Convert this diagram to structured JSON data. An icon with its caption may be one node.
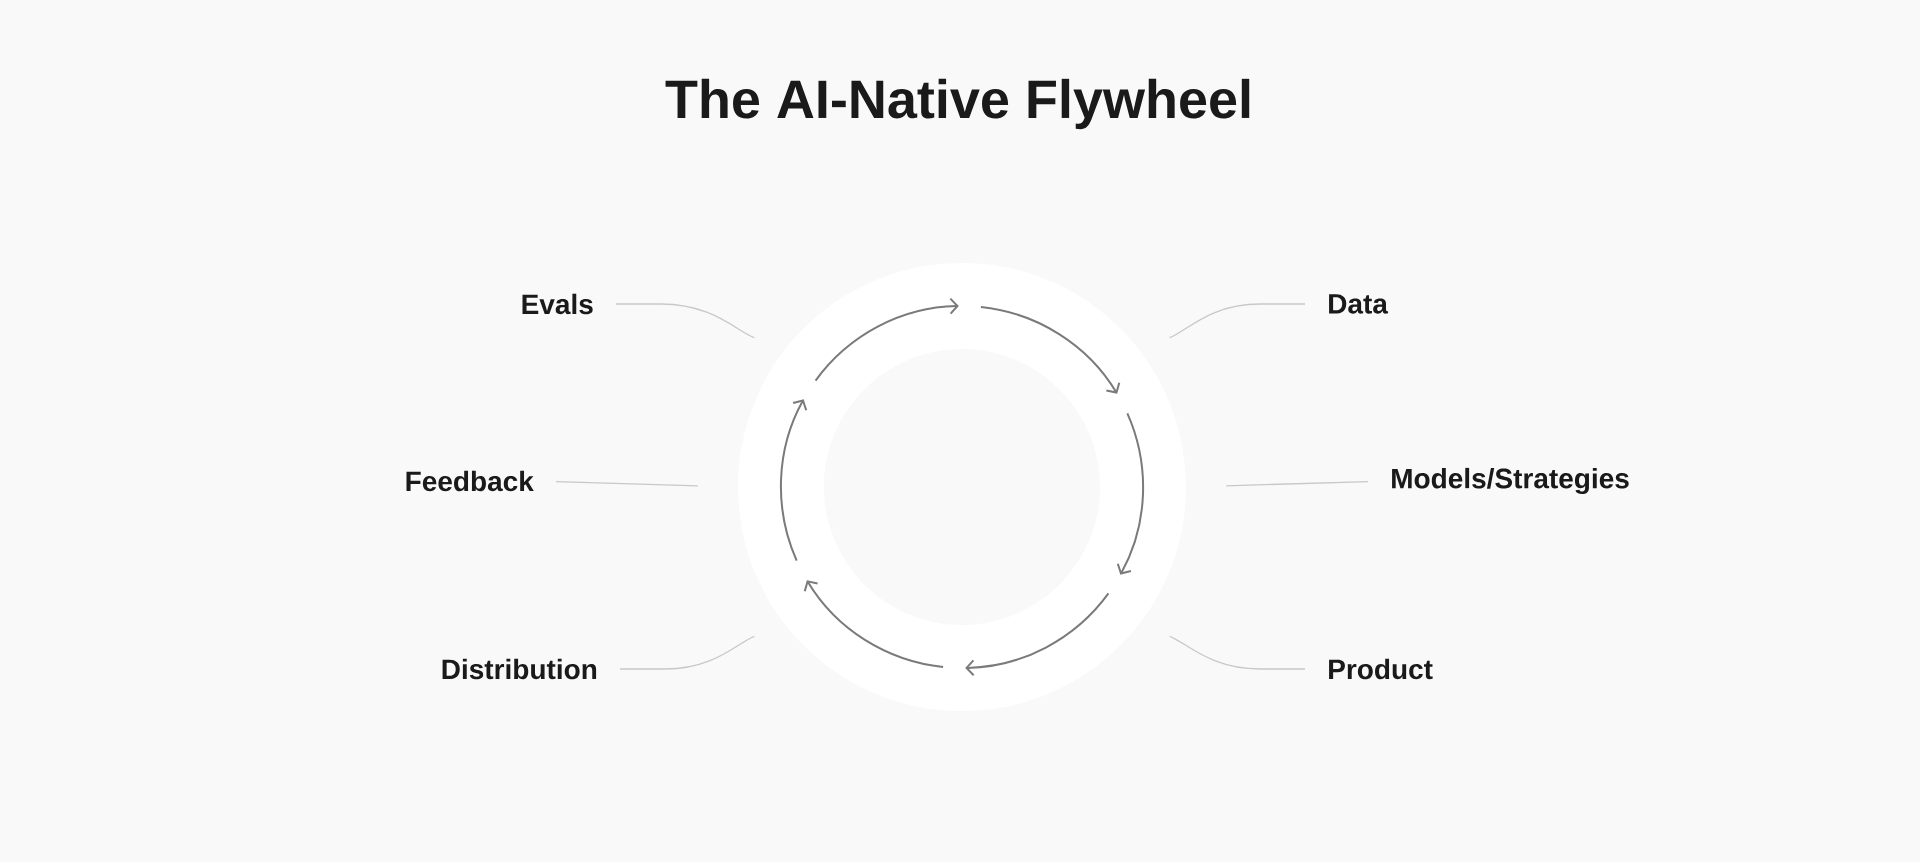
{
  "diagram": {
    "title": "The AI-Native Flywheel",
    "nodes": [
      {
        "text": [
          "Evals"
        ]
      },
      {
        "text": [
          "Data"
        ]
      },
      {
        "text": [
          "Feedback"
        ]
      },
      {
        "text": [
          "Models/Strategies"
        ]
      },
      {
        "text": [
          "Distribution"
        ]
      },
      {
        "text": [
          "Product"
        ]
      },
      {
        "text": [],
        "shape": "circle"
      }
    ],
    "edges": [
      {
        "from": 0,
        "to": 6,
        "arrow": "none"
      },
      {
        "from": 1,
        "to": 6,
        "arrow": "none"
      },
      {
        "from": 2,
        "to": 6,
        "arrow": "none"
      },
      {
        "from": 3,
        "to": 6,
        "arrow": "none"
      },
      {
        "from": 4,
        "to": 6,
        "arrow": "none"
      },
      {
        "from": 5,
        "to": 6,
        "arrow": "none"
      }
    ]
  }
}
